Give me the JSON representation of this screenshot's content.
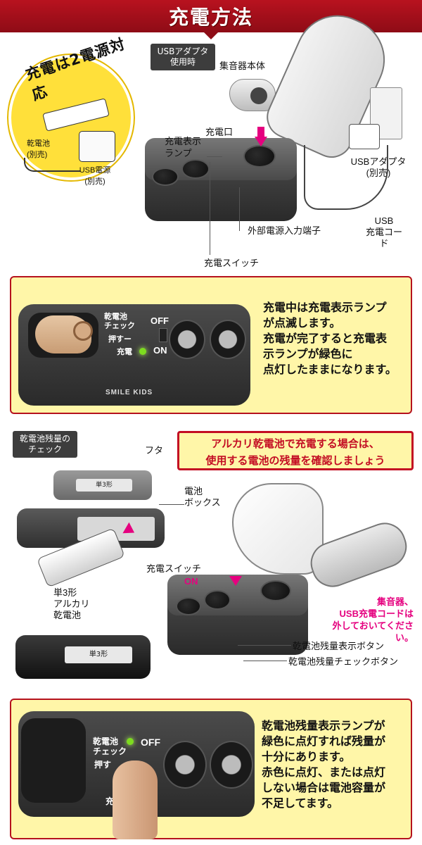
{
  "header": {
    "title": "充電方法"
  },
  "circle": {
    "title": "充電は2電源対応",
    "battery_label": "乾電池\n(別売)",
    "usb_label": "USB電源\n(別売)"
  },
  "section1": {
    "tag": "USBアダプタ\n使用時",
    "hearing_aid": "集音器本体",
    "charge_port": "充電口",
    "indicator_lamp": "充電表示\nランプ",
    "usb_adapter": "USBアダプタ\n(別売)",
    "usb_cord": "USB\n充電コード",
    "ext_input": "外部電源入力端子",
    "charge_switch": "充電スイッチ"
  },
  "panel1": {
    "text": "充電中は充電表示ランプ\nが点滅します。\n充電が完了すると充電表\n示ランプが緑色に\n点灯したままになります。",
    "device_labels": {
      "battery_check": "乾電池\nチェック",
      "push": "押すー",
      "off": "OFF",
      "charge": "充電",
      "on": "ON",
      "brand": "SMILE KIDS"
    }
  },
  "section2": {
    "tag": "乾電池残量の\nチェック",
    "warning": "アルカリ乾電池で充電する場合は、\n使用する電池の残量を確認しましょう",
    "lid": "フタ",
    "battery_box": "電池\nボックス",
    "battery_type": "単3形\nアルカリ\n乾電池",
    "size_mark": "単3形",
    "charge_switch": "充電スイッチ",
    "on": "ON",
    "detach_note": "集音器、\nUSB充電コードは\n外しておいてください。",
    "remain_display_btn": "乾電池残量表示ボタン",
    "remain_check_btn": "乾電池残量チェックボタン"
  },
  "panel2": {
    "text": "乾電池残量表示ランプが\n緑色に点灯すれば残量が\n十分にあります。\n赤色に点灯、または点灯\nしない場合は電池容量が\n不足してます。",
    "device_labels": {
      "battery_check": "乾電池\nチェック",
      "push": "押す",
      "off": "OFF",
      "charge": "充"
    }
  },
  "colors": {
    "header": "#b8121f",
    "accent_pink": "#e5007f",
    "panel_bg": "#fff6a8",
    "led_green": "#7ddc1f"
  }
}
